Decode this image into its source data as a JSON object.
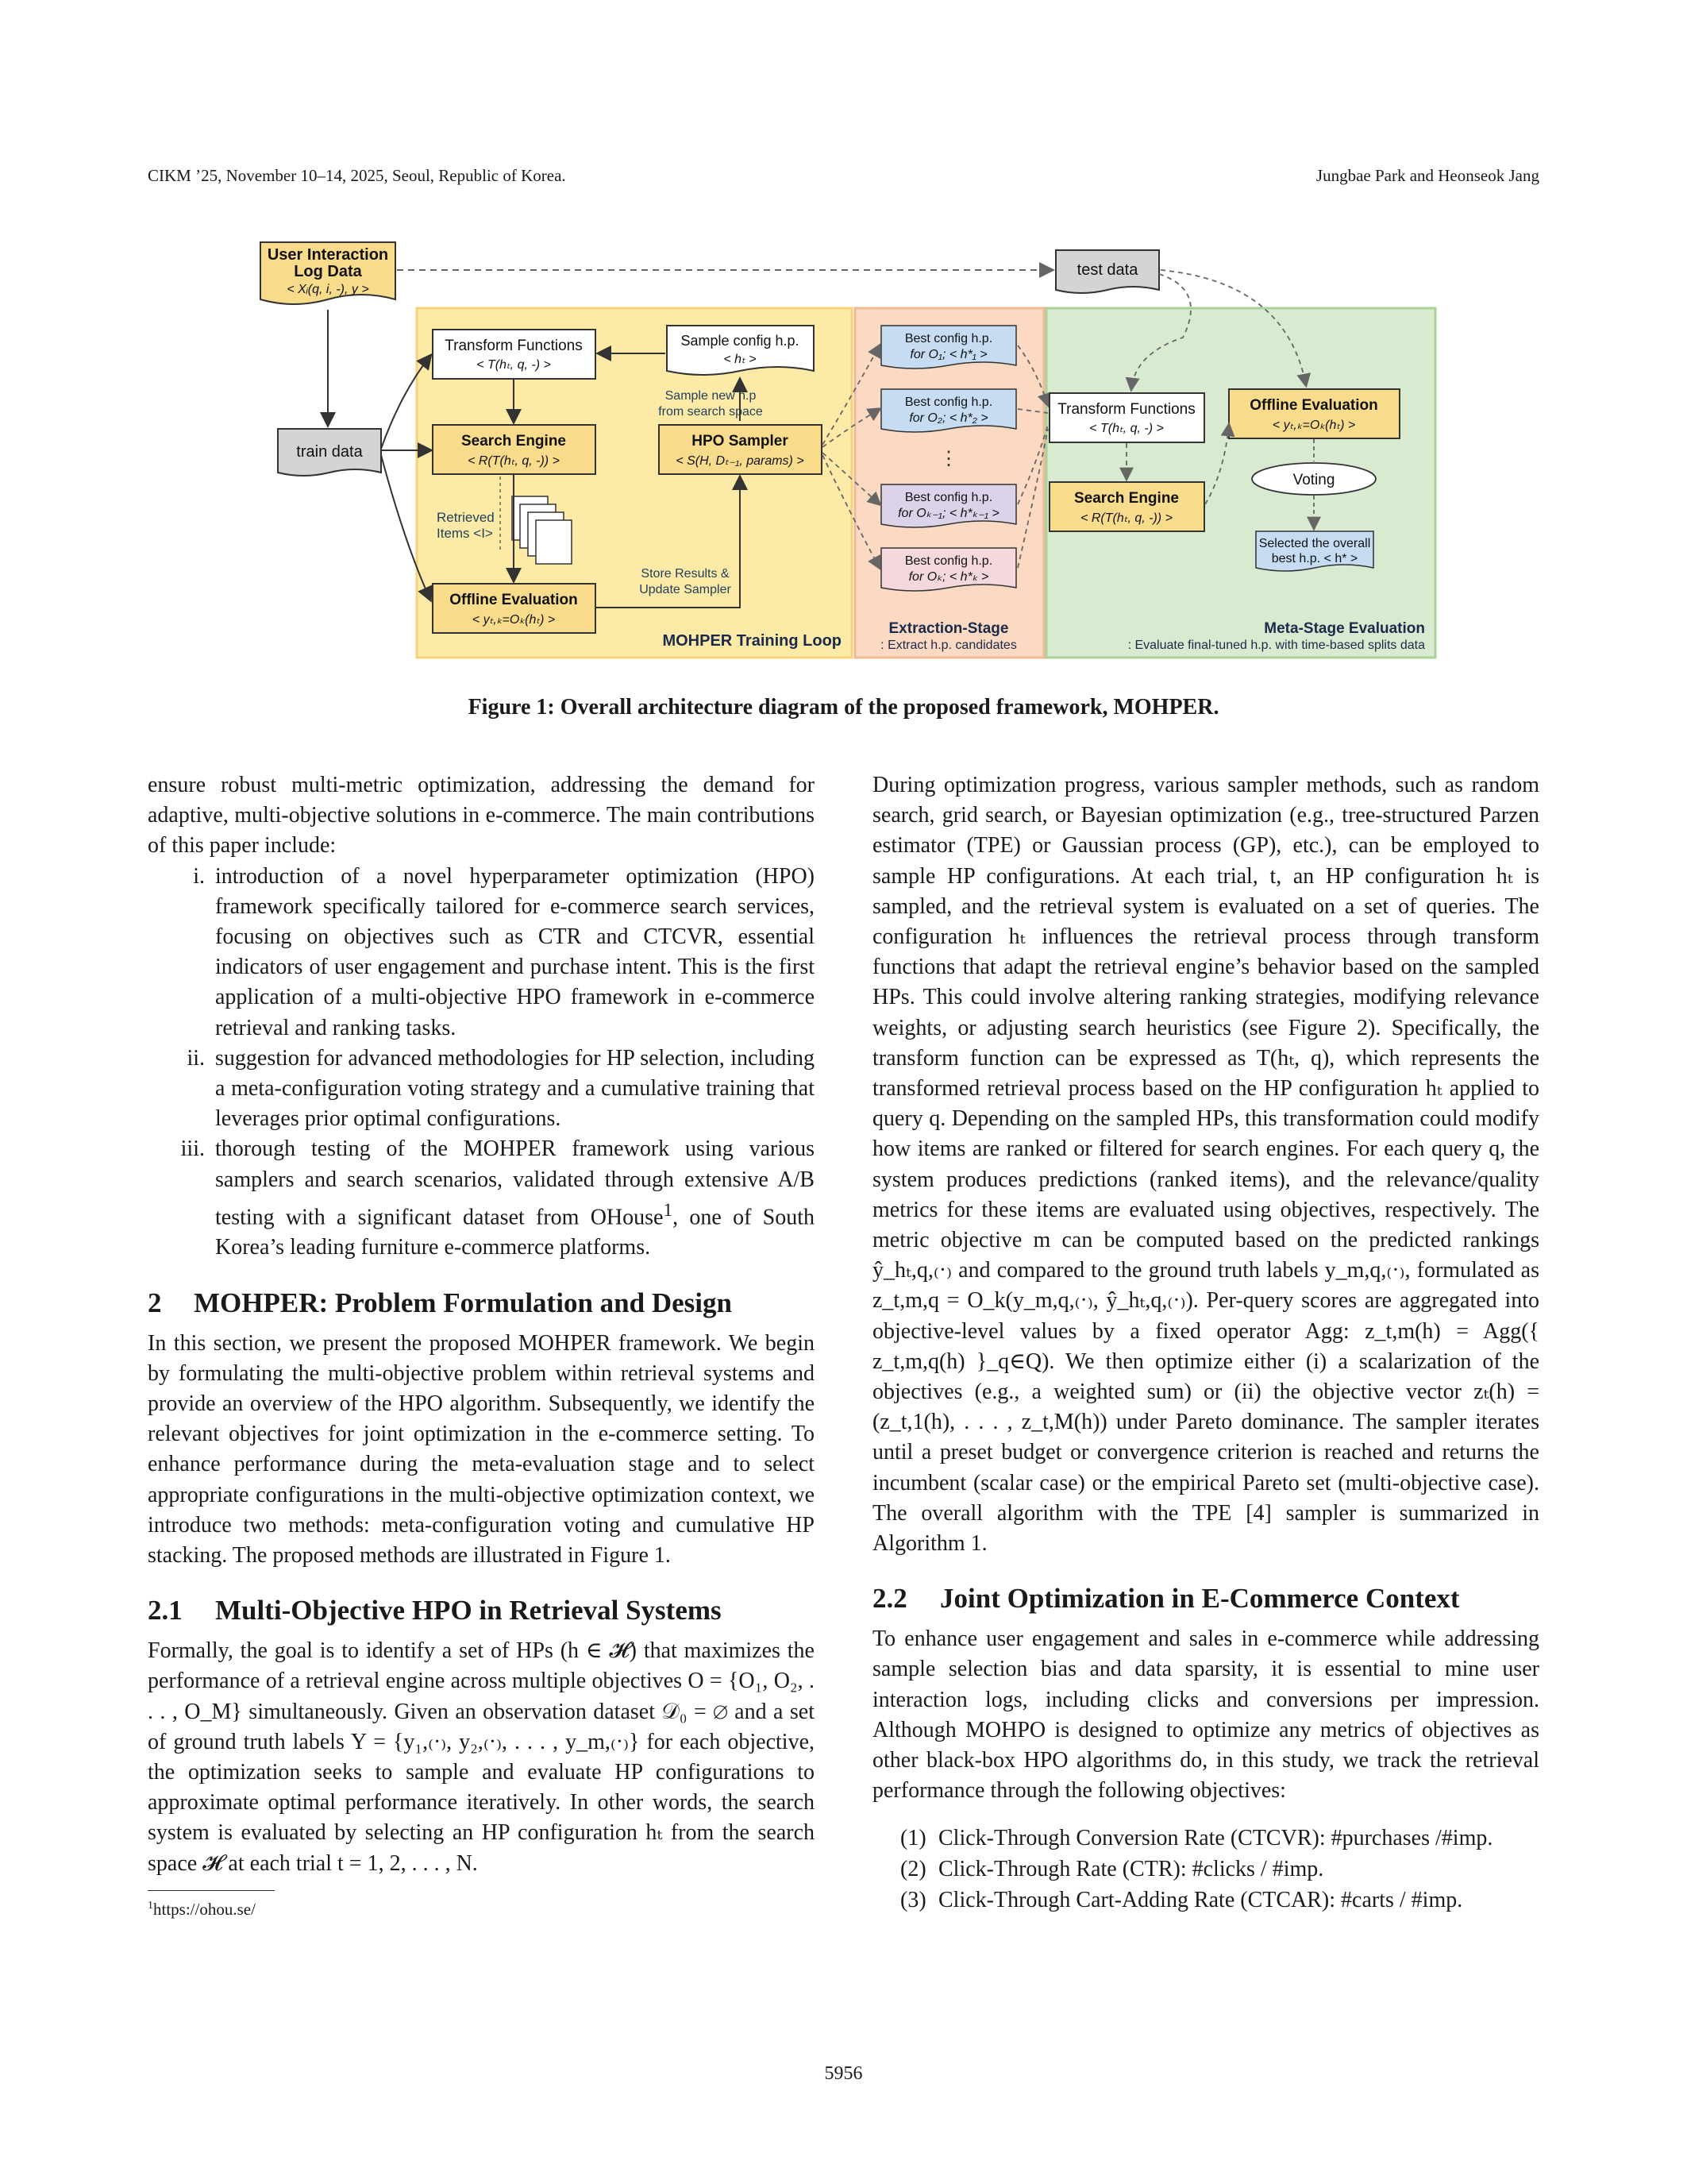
{
  "header": {
    "left": "CIKM ’25,  November 10–14, 2025, Seoul, Republic of Korea.",
    "right": "Jungbae Park and Heonseok Jang"
  },
  "figure": {
    "caption": "Figure 1: Overall architecture diagram of the proposed framework, MOHPER.",
    "user_log_title1": "User Interaction",
    "user_log_title2": "Log Data",
    "user_log_sub": "< Xᵢ(q,  i,  -), y >",
    "test_data": "test data",
    "train_data": "train data",
    "transform1_title": "Transform Functions",
    "transform1_sub": "< T(hₜ,  q,  -) >",
    "sample_config_title": "Sample config h.p.",
    "sample_config_sub": "< hₜ >",
    "sample_new1": "Sample new h.p",
    "sample_new2": "from search space",
    "search_engine1_title": "Search Engine",
    "search_engine1_sub": "< R(T(hₜ, q, -)) >",
    "hpo_sampler_title": "HPO Sampler",
    "hpo_sampler_sub": "< S(H, Dₜ₋₁, params) >",
    "retrieved1": "Retrieved",
    "retrieved2": "Items <I>",
    "store1": "Store Results &",
    "store2": "Update Sampler",
    "offline1_title": "Offline Evaluation",
    "offline1_sub": "< yₜ,ₖ=Oₖ(hₜ) >",
    "training_loop": "MOHPER  Training Loop",
    "best1_a": "Best config h.p.",
    "best1_b": "for O₁; < h*₁ >",
    "best2_a": "Best config h.p.",
    "best2_b": "for O₂; < h*₂ >",
    "ellipsis": "⋮",
    "best3_a": "Best config h.p.",
    "best3_b": "for Oₖ₋₁; < h*ₖ₋₁ >",
    "best4_a": "Best config h.p.",
    "best4_b": "for Oₖ; < h*ₖ >",
    "extraction_title": "Extraction-Stage",
    "extraction_sub": ": Extract h.p. candidates",
    "transform2_title": "Transform Functions",
    "transform2_sub": "< T(hₜ,  q,  -) >",
    "offline2_title": "Offline Evaluation",
    "offline2_sub": "< yₜ,ₖ=Oₖ(hₜ) >",
    "search_engine2_title": "Search Engine",
    "search_engine2_sub": "< R(T(hₜ, q, -)) >",
    "voting": "Voting",
    "selected1": "Selected the overall",
    "selected2": "best h.p. < h* >",
    "meta_title": "Meta-Stage Evaluation",
    "meta_sub": ": Evaluate final-tuned h.p. with time-based splits data",
    "colors": {
      "yellow_bg": "#fdeaa7",
      "yellow_box": "#f8dc8c",
      "orange_bg": "#fbd9c2",
      "green_bg": "#d8ead0",
      "blue_box": "#c5dcf3",
      "purple_box": "#dcd3ea",
      "pink_box": "#f4d8de",
      "gray_box": "#d4d4d4",
      "dark_text": "#1b2a4a",
      "green_text": "#1f5c2e"
    }
  },
  "left_col": {
    "p1": "ensure robust multi-metric optimization, addressing the demand for adaptive, multi-objective solutions in e-commerce. The main contributions of this paper include:",
    "items": [
      {
        "num": "i.",
        "text": "introduction of a novel hyperparameter optimization (HPO) framework specifically tailored for e-commerce search services, focusing on objectives such as CTR and CTCVR, essential indicators of user engagement and purchase intent. This is the first application of a multi-objective HPO framework in e-commerce retrieval and ranking tasks."
      },
      {
        "num": "ii.",
        "text": "suggestion for advanced methodologies for HP selection, including a meta-configuration voting strategy and a cumulative training that leverages prior optimal configurations."
      },
      {
        "num": "iii.",
        "text_a": "thorough testing of the MOHPER framework using various samplers and search scenarios, validated through extensive A/B testing with a significant dataset from OHouse",
        "sup": "1",
        "text_b": ", one of South Korea’s leading furniture e-commerce platforms."
      }
    ],
    "sec2_num": "2",
    "sec2_title": "MOHPER: Problem Formulation and Design",
    "p2": "In this section, we present the proposed MOHPER framework. We begin by formulating the multi-objective problem within retrieval systems and provide an overview of the HPO algorithm. Subsequently, we identify the relevant objectives for joint optimization in the e-commerce setting. To enhance performance during the meta-evaluation stage and to select appropriate configurations in the multi-objective optimization context, we introduce two methods: meta-configuration voting and cumulative HP stacking. The proposed methods are illustrated in Figure 1.",
    "sec21_num": "2.1",
    "sec21_title": "Multi-Objective HPO in Retrieval Systems",
    "p3": "Formally, the goal is to identify a set of HPs (h ∈ 𝓗) that maximizes the performance of a retrieval engine across multiple objectives O = {O₁, O₂, . . . , O_M} simultaneously. Given an observation dataset 𝒟₀ = ∅ and a set of ground truth labels Y = {y₁,₍·₎, y₂,₍·₎, . . . , y_m,₍·₎} for each objective, the optimization seeks to sample and evaluate HP configurations to approximate optimal performance iteratively. In other words, the search system is evaluated by selecting an HP configuration hₜ from the search space 𝓗 at each trial t = 1, 2, . . . , N.",
    "footnote_num": "1",
    "footnote_text": "https://ohou.se/"
  },
  "right_col": {
    "p1": "During optimization progress, various sampler methods, such as random search, grid search, or Bayesian optimization (e.g., tree-structured Parzen estimator (TPE) or Gaussian process (GP), etc.), can be employed to sample HP configurations. At each trial, t, an HP configuration hₜ is sampled, and the retrieval system is evaluated on a set of queries. The configuration hₜ influences the retrieval process through transform functions that adapt the retrieval engine’s behavior based on the sampled HPs. This could involve altering ranking strategies, modifying relevance weights, or adjusting search heuristics (see Figure 2). Specifically, the transform function can be expressed as T(hₜ, q), which represents the transformed retrieval process based on the HP configuration hₜ applied to query q. Depending on the sampled HPs, this transformation could modify how items are ranked or filtered for search engines. For each query q, the system produces predictions (ranked items), and the relevance/quality metrics for these items are evaluated using objectives, respectively. The metric objective m can be computed based on the predicted rankings ŷ_hₜ,q,₍·₎ and compared to the ground truth labels y_m,q,₍·₎, formulated as z_t,m,q = O_k(y_m,q,₍·₎, ŷ_hₜ,q,₍·₎). Per-query scores are aggregated into objective-level values by a fixed operator Agg: z_t,m(h) = Agg({ z_t,m,q(h) }_q∈Q). We then optimize either (i) a scalarization of the objectives (e.g., a weighted sum) or (ii) the objective vector zₜ(h) = (z_t,1(h), . . . , z_t,M(h)) under Pareto dominance. The sampler iterates until a preset budget or convergence criterion is reached and returns the incumbent (scalar case) or the empirical Pareto set (multi-objective case). The overall algorithm with the TPE [4] sampler is summarized in Algorithm 1.",
    "sec22_num": "2.2",
    "sec22_title": "Joint Optimization in E-Commerce Context",
    "p2": "To enhance user engagement and sales in e-commerce while addressing sample selection bias and data sparsity, it is essential to mine user interaction logs, including clicks and conversions per impression. Although MOHPO is designed to optimize any metrics of objectives as other black-box HPO algorithms do, in this study, we track the retrieval performance through the following objectives:",
    "objectives": [
      {
        "num": "(1)",
        "text": "Click-Through Conversion Rate (CTCVR): #purchases /#imp."
      },
      {
        "num": "(2)",
        "text": "Click-Through Rate (CTR): #clicks / #imp."
      },
      {
        "num": "(3)",
        "text": "Click-Through Cart-Adding Rate (CTCAR): #carts / #imp."
      }
    ]
  },
  "page_number": "5956"
}
